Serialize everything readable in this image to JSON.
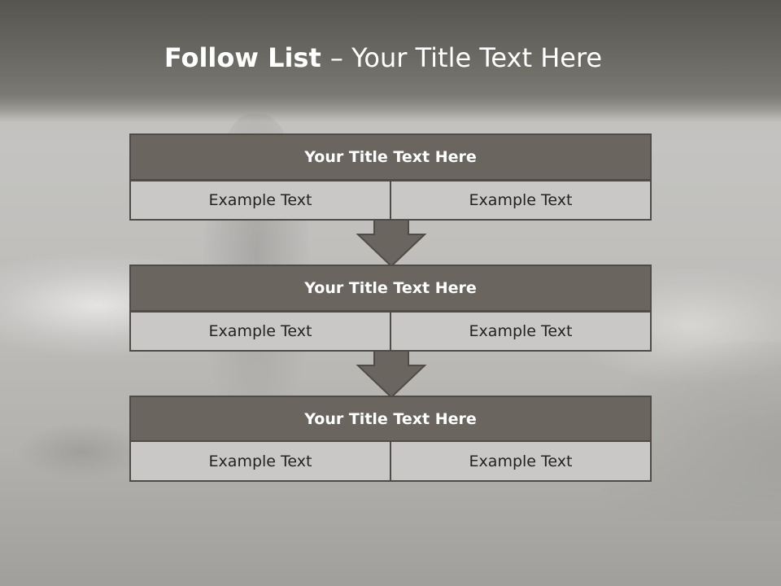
{
  "slide": {
    "title_bold": "Follow List ",
    "title_rest": " – Your Title Text Here"
  },
  "blocks": [
    {
      "header": "Your Title Text Here",
      "left": "Example Text",
      "right": "Example Text"
    },
    {
      "header": "Your Title Text Here",
      "left": "Example Text",
      "right": "Example Text"
    },
    {
      "header": "Your Title Text Here",
      "left": "Example Text",
      "right": "Example Text"
    }
  ],
  "colors": {
    "title_band": "#575550",
    "header_fill": "#6a665f",
    "cell_fill": "#c9c8c6",
    "border": "#4f4c47",
    "arrow_fill": "#6a665f"
  },
  "icons": {
    "connector": "down-arrow-icon"
  }
}
